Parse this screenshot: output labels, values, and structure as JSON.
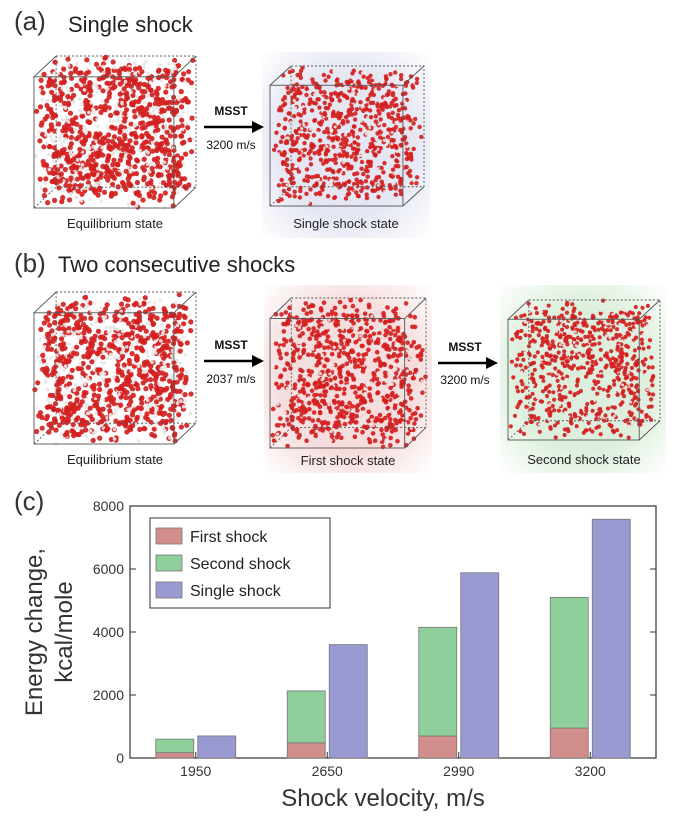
{
  "panel_a": {
    "label": "(a)",
    "title": "Single shock",
    "left_caption": "Equilibrium state",
    "arrow_title": "MSST",
    "arrow_velocity": "3200 m/s",
    "right_caption": "Single shock state"
  },
  "panel_b": {
    "label": "(b)",
    "title": "Two consecutive shocks",
    "left_caption": "Equilibrium state",
    "arrow1_title": "MSST",
    "arrow1_velocity": "2037 m/s",
    "mid_caption": "First shock state",
    "arrow2_title": "MSST",
    "arrow2_velocity": "3200 m/s",
    "right_caption": "Second shock state"
  },
  "panel_c": {
    "label": "(c)"
  },
  "colors": {
    "atom_red": "#d42020",
    "first_shock": "#d28d8d",
    "second_shock": "#8fcf9c",
    "single_shock": "#9a9ad2",
    "first_bg": "#f6dcdc",
    "second_bg": "#dcefdc",
    "single_bg": "#e4e6f3"
  },
  "chart_data": {
    "type": "bar",
    "stacked_pair": true,
    "categories": [
      "1950",
      "2650",
      "2990",
      "3200"
    ],
    "series": [
      {
        "name": "First shock",
        "values": [
          170,
          480,
          700,
          950
        ],
        "stack": "consecutive"
      },
      {
        "name": "Second shock",
        "values": [
          430,
          1650,
          3450,
          4150
        ],
        "stack": "consecutive"
      },
      {
        "name": "Single shock",
        "values": [
          700,
          3600,
          5880,
          7580
        ],
        "stack": "single"
      }
    ],
    "xlabel": "Shock velocity, m/s",
    "ylabel_line1": "Energy change,",
    "ylabel_line2": "kcal/mole",
    "ylim": [
      0,
      8000
    ],
    "yticks": [
      0,
      2000,
      4000,
      6000,
      8000
    ],
    "legend": "top-left",
    "grid": false
  }
}
